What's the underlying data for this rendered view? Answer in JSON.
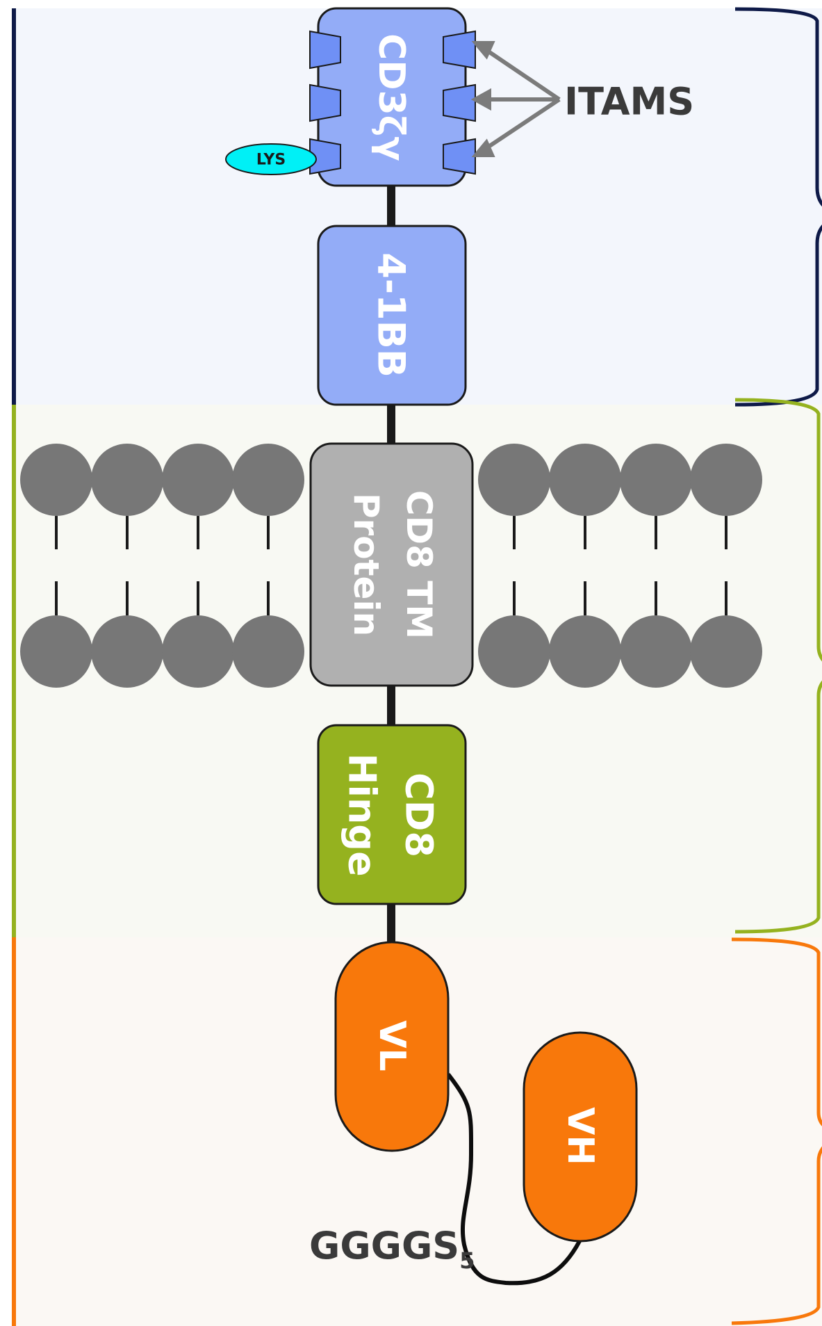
{
  "domains": {
    "cd3z": "CD3ζγ",
    "costim": "4-1BB",
    "tm_line1": "CD8 TM",
    "tm_line2": "Protein",
    "hinge_line1": "CD8",
    "hinge_line2": "Hinge",
    "vl": "VL",
    "vh": "VH"
  },
  "annotations": {
    "itams": "ITAMS",
    "lys": "LYS",
    "linker": "GGGGS",
    "linker_subscript": "5"
  },
  "colors": {
    "intracellular_bg": "#f3f6fc",
    "membrane_bg": "#f8f9f3",
    "extracellular_bg": "#fbf8f4",
    "signaling_blue": "#93acf7",
    "tm_gray": "#b0b0b0",
    "hinge_green": "#95b21f",
    "scfv_orange": "#f8780b",
    "lipid_gray": "#777777",
    "lys_cyan": "#00f0f6",
    "navy": "#0e1a48",
    "lime": "#95b21f",
    "orange": "#f8780b"
  }
}
